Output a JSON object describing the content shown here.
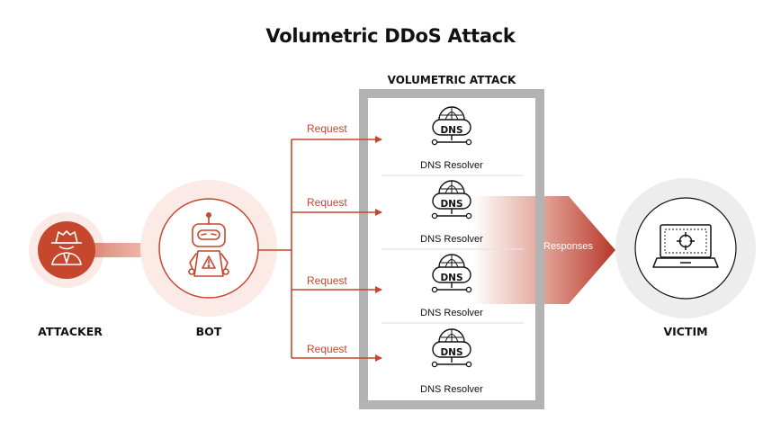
{
  "title": "Volumetric DDoS Attack",
  "section_title": "VOLUMETRIC ATTACK",
  "nodes": {
    "attacker": "ATTACKER",
    "bot": "BOT",
    "victim": "VICTIM"
  },
  "request_label": "Request",
  "resolvers": [
    {
      "icon_text": "DNS",
      "label": "DNS Resolver"
    },
    {
      "icon_text": "DNS",
      "label": "DNS Resolver"
    },
    {
      "icon_text": "DNS",
      "label": "DNS Resolver"
    },
    {
      "icon_text": "DNS",
      "label": "DNS Resolver"
    }
  ],
  "responses_label": "Responses",
  "colors": {
    "accent": "#c4472e",
    "halo": "#fbeae6",
    "box_border": "#b3b3b3",
    "victim_halo": "#ededed"
  }
}
